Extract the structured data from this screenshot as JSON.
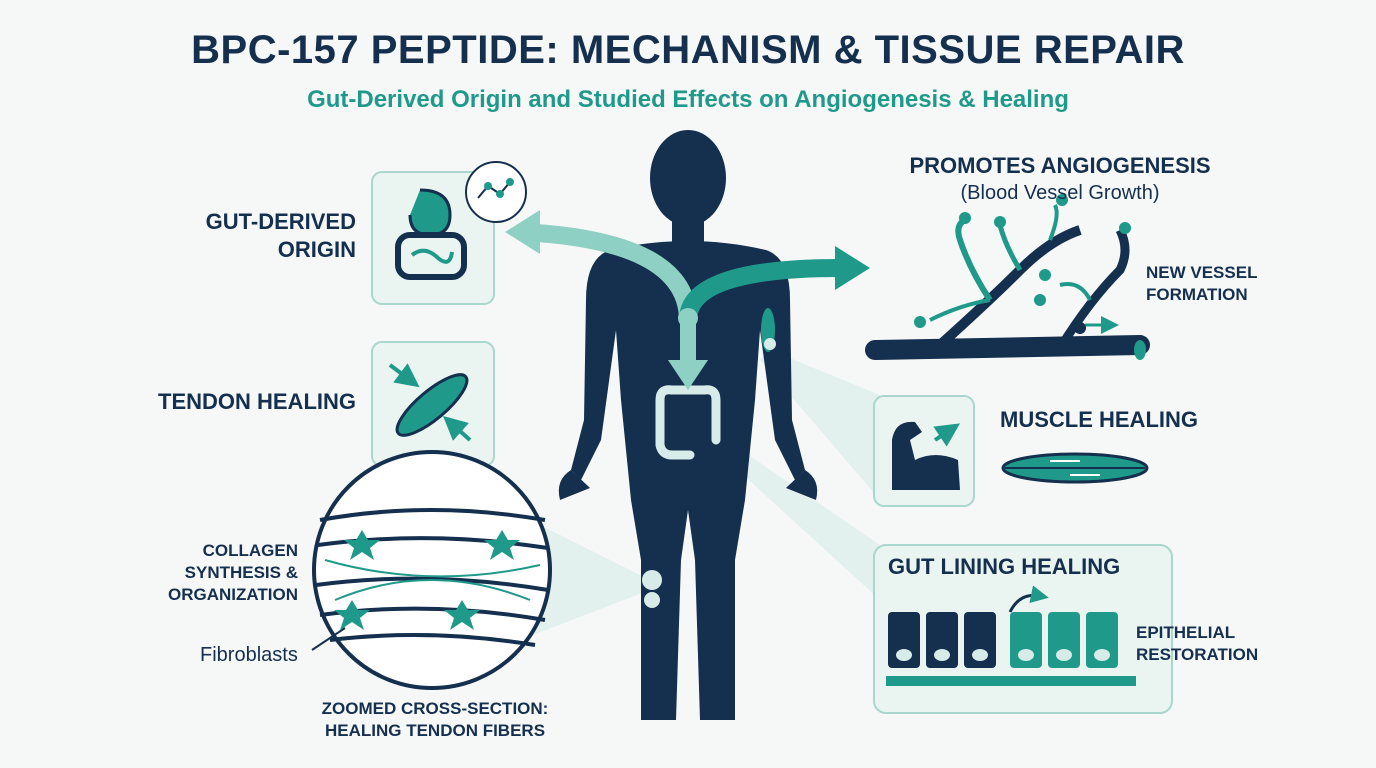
{
  "header": {
    "title": "BPC-157 PEPTIDE: MECHANISM & TISSUE REPAIR",
    "subtitle": "Gut-Derived Origin and Studied Effects on Angiogenesis & Healing"
  },
  "labels": {
    "gut_origin_line1": "GUT-DERIVED",
    "gut_origin_line2": "ORIGIN",
    "tendon_healing": "TENDON HEALING",
    "collagen_line1": "COLLAGEN",
    "collagen_line2": "SYNTHESIS &",
    "collagen_line3": "ORGANIZATION",
    "fibroblasts": "Fibroblasts",
    "zoom_line1": "ZOOMED CROSS-SECTION:",
    "zoom_line2": "HEALING TENDON FIBERS",
    "angiogenesis_title": "PROMOTES ANGIOGENESIS",
    "angiogenesis_sub": "(Blood Vessel Growth)",
    "new_vessel_line1": "NEW VESSEL",
    "new_vessel_line2": "FORMATION",
    "muscle_healing": "MUSCLE HEALING",
    "gut_lining_healing": "GUT LINING HEALING",
    "epithelial_line1": "EPITHELIAL",
    "epithelial_line2": "RESTORATION"
  },
  "colors": {
    "navy": "#152f4e",
    "teal": "#1f9a8a",
    "light_teal": "#d7ece8",
    "panel_border": "#a9d6cd"
  }
}
